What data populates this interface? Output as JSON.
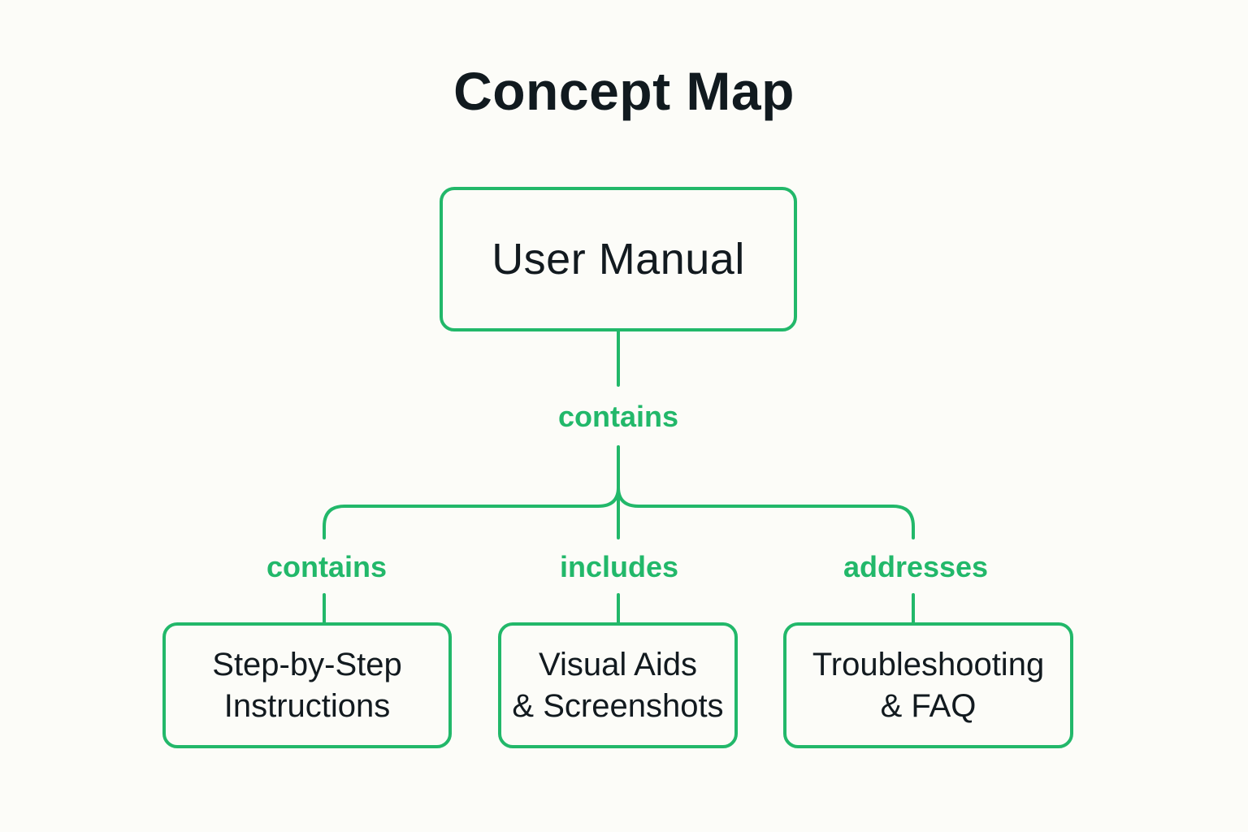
{
  "title": "Concept Map",
  "accent_color": "#22b86a",
  "text_color": "#121a1f",
  "root": {
    "label": "User Manual"
  },
  "root_edge_label": "contains",
  "children": [
    {
      "edge_label": "contains",
      "lines": [
        "Step-by-Step",
        "Instructions"
      ]
    },
    {
      "edge_label": "includes",
      "lines": [
        "Visual Aids",
        "& Screenshots"
      ]
    },
    {
      "edge_label": "addresses",
      "lines": [
        "Troubleshooting",
        "& FAQ"
      ]
    }
  ]
}
